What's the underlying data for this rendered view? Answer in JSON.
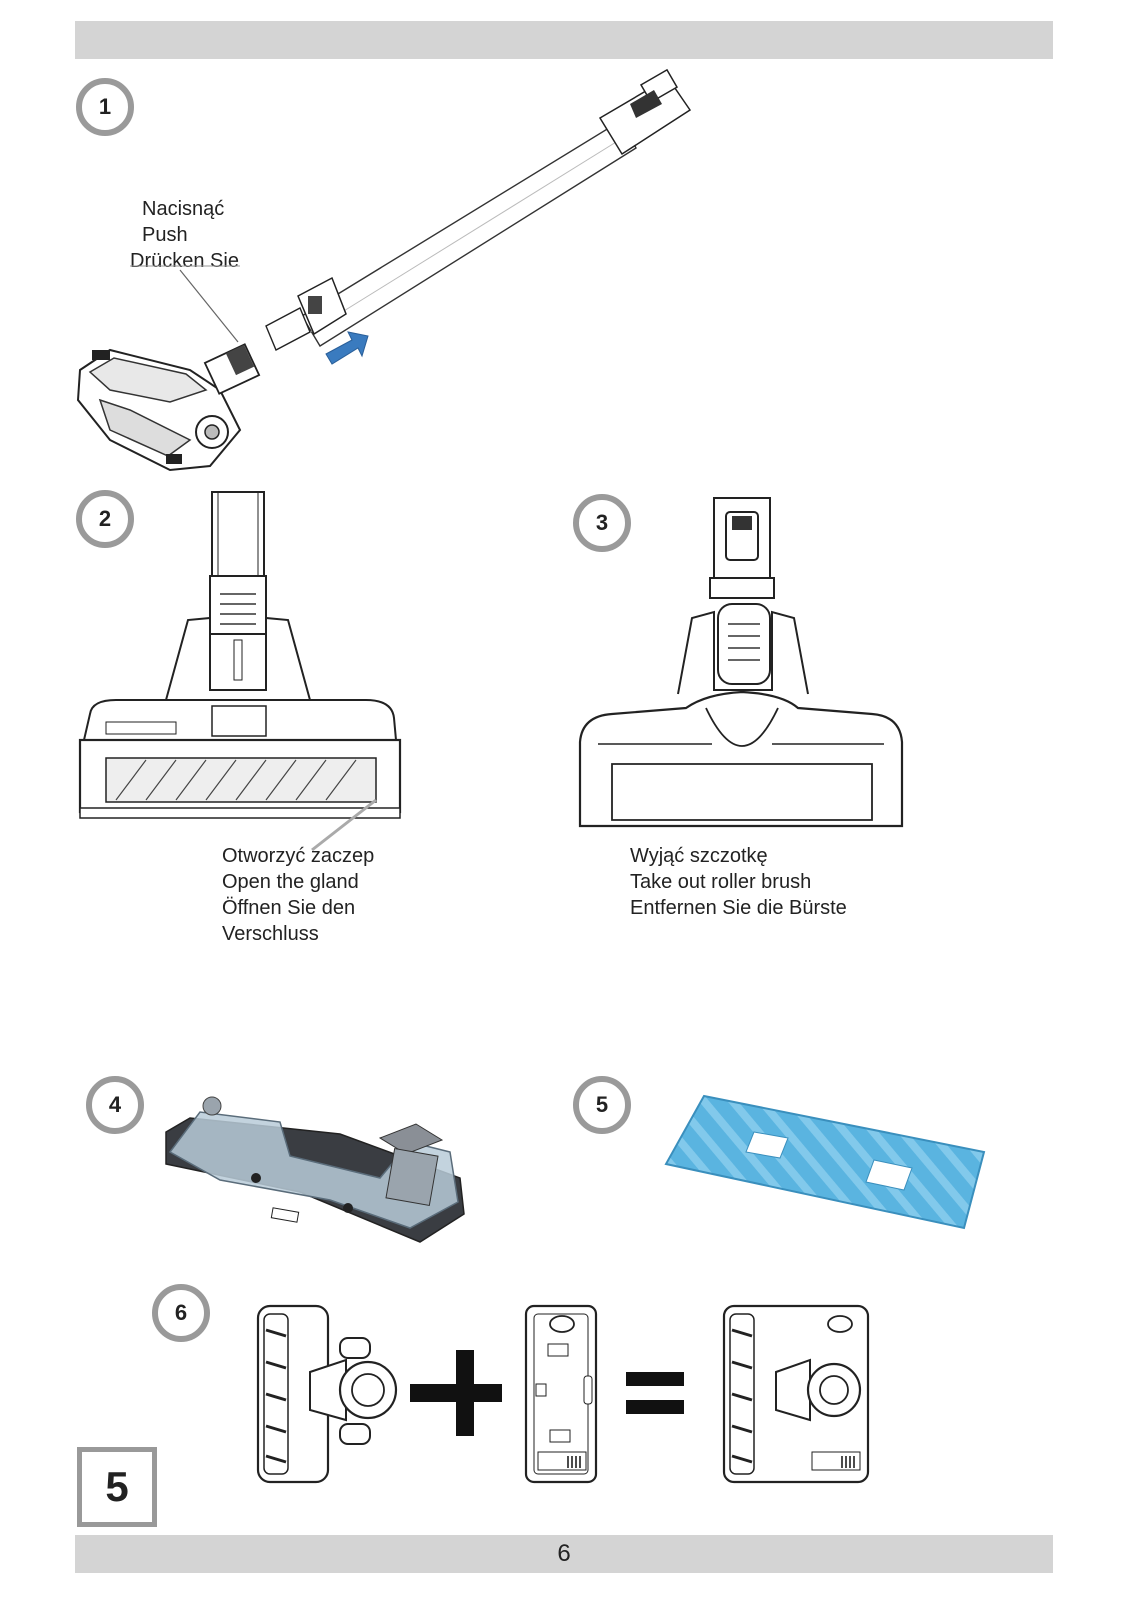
{
  "header": {
    "bar_color": "#d4d4d4"
  },
  "steps": [
    {
      "number": "1"
    },
    {
      "number": "2"
    },
    {
      "number": "3"
    },
    {
      "number": "4"
    },
    {
      "number": "5"
    },
    {
      "number": "6"
    }
  ],
  "step1": {
    "caption": [
      "Nacisnąć",
      "Push",
      "Drücken Sie"
    ]
  },
  "step2": {
    "caption": [
      "Otworzyć zaczep",
      "Open the gland",
      "Öffnen Sie den",
      "Verschluss"
    ]
  },
  "step3": {
    "caption": [
      "Wyjąć szczotkę",
      "Take out roller brush",
      "Entfernen Sie die Bürste"
    ]
  },
  "section_label": "5",
  "page_number": "6",
  "colors": {
    "arrow": "#3a7bbf",
    "mop_pad": "#5ab4e0",
    "step_ring": "#9a9a9a"
  }
}
